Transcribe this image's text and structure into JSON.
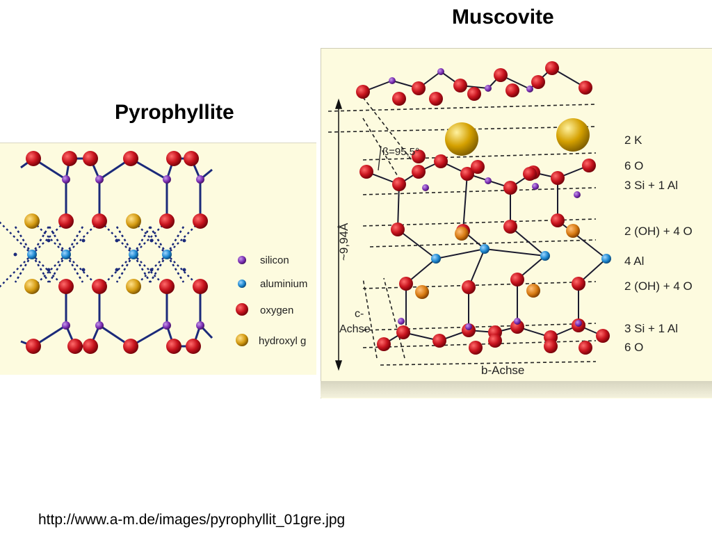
{
  "muscovite": {
    "title": "Muscovite",
    "beta_label": "ß=95,5°",
    "height_label": "~9,94Å",
    "c_axis_label_1": "c-",
    "c_axis_label_2": "Achse",
    "b_axis_label": "b-Achse",
    "layer_labels": [
      "2 K",
      "6 O",
      "3 Si + 1 Al",
      "2 (OH) + 4 O",
      "4 Al",
      "2 (OH) + 4 O",
      "3 Si + 1 Al",
      "6 O"
    ]
  },
  "pyrophyllite": {
    "title": "Pyrophyllite",
    "legend": [
      {
        "label": "silicon",
        "color": "#7b2fb5"
      },
      {
        "label": "aluminium",
        "color": "#1e88d0"
      },
      {
        "label": "oxygen",
        "color": "#c8141e"
      },
      {
        "label": "hydroxyl g",
        "color": "#d49b12"
      }
    ]
  },
  "colors": {
    "background": "#fdfbdf",
    "oxygen": "#c8141e",
    "silicon": "#7b2fb5",
    "aluminium": "#1e88d0",
    "hydroxyl": "#d49b12",
    "potassium": "#d4a000",
    "bond": "#1b2a7a"
  },
  "source_url": "http://www.a-m.de/images/pyrophyllit_01gre.jpg"
}
